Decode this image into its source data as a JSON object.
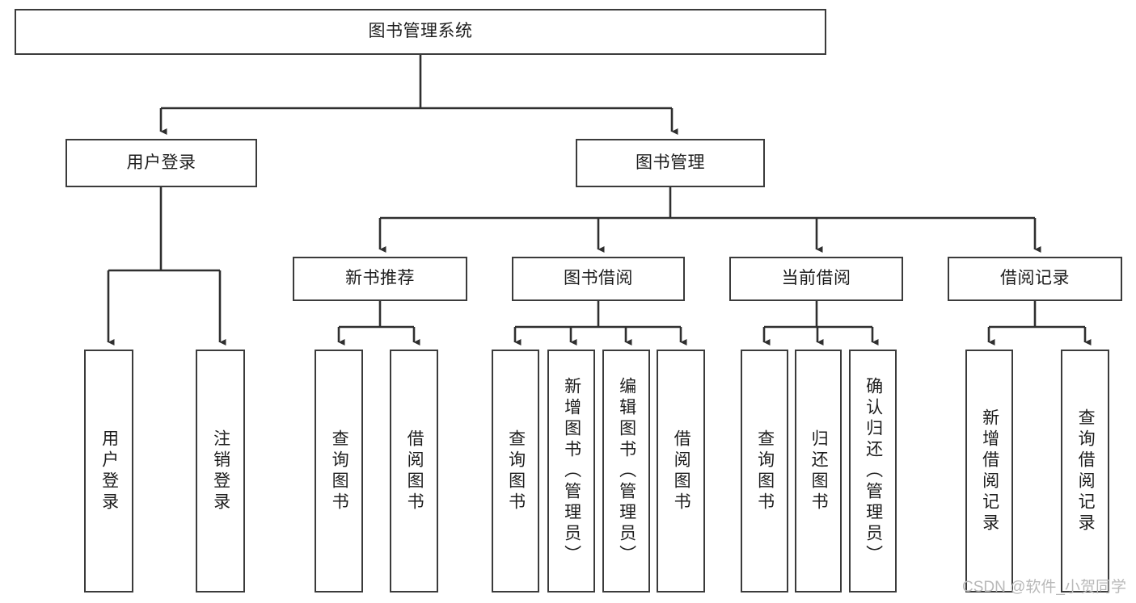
{
  "diagram": {
    "type": "tree-hierarchy-chart",
    "title": "图书管理系统",
    "line_color": "#3b3b3b",
    "box_fill": "#ffffff",
    "text_color": "#1d1d1d",
    "watermark": "CSDN @软件_小贺同学",
    "levels": {
      "root": {
        "label": "图书管理系统"
      },
      "level2": [
        {
          "label": "用户登录"
        },
        {
          "label": "图书管理"
        }
      ],
      "level3": [
        {
          "label": "新书推荐"
        },
        {
          "label": "图书借阅"
        },
        {
          "label": "当前借阅"
        },
        {
          "label": "借阅记录"
        }
      ],
      "leaves": [
        {
          "label": "用户登录",
          "parent": "用户登录"
        },
        {
          "label": "注销登录",
          "parent": "用户登录"
        },
        {
          "label": "查询图书",
          "parent": "新书推荐"
        },
        {
          "label": "借阅图书",
          "parent": "新书推荐"
        },
        {
          "label": "查询图书",
          "parent": "图书借阅"
        },
        {
          "label": "新增图书（管理员）",
          "parent": "图书借阅"
        },
        {
          "label": "编辑图书（管理员）",
          "parent": "图书借阅"
        },
        {
          "label": "借阅图书",
          "parent": "图书借阅"
        },
        {
          "label": "查询图书",
          "parent": "当前借阅"
        },
        {
          "label": "归还图书",
          "parent": "当前借阅"
        },
        {
          "label": "确认归还（管理员）",
          "parent": "当前借阅"
        },
        {
          "label": "新增借阅记录",
          "parent": "借阅记录"
        },
        {
          "label": "查询借阅记录",
          "parent": "借阅记录"
        }
      ]
    }
  }
}
